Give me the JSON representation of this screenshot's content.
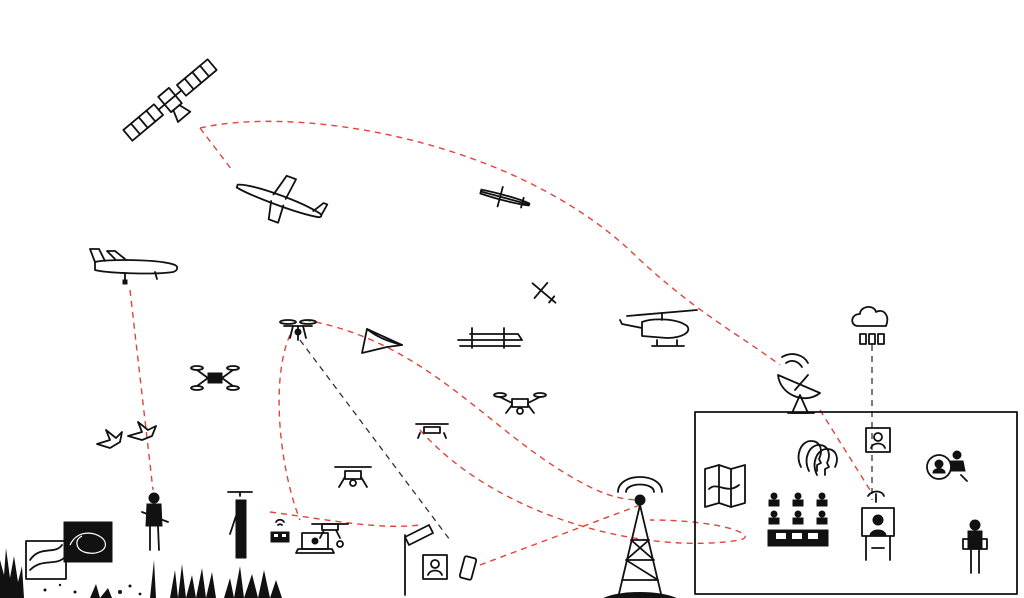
{
  "colors": {
    "background": "#ffffff",
    "ink": "#111111",
    "link_red": "#e0443a",
    "link_black": "#333333"
  },
  "icons": [
    "satellite-icon",
    "uav-fixed-wing-icon",
    "uav-small-fixed-wing-icon",
    "light-aircraft-icon",
    "quadcopter-icon",
    "flying-wing-icon",
    "vtol-fixed-wing-icon",
    "helicopter-icon",
    "satellite-dish-icon",
    "cloud-database-icon",
    "radio-tower-icon",
    "soldier-icon",
    "topographic-map-icon",
    "security-camera-icon",
    "smartphone-icon",
    "laptop-icon",
    "operator-with-drone-icon",
    "command-center-icon"
  ],
  "links": {
    "red": [
      "satellite-to-dish",
      "aircraft-to-soldier",
      "hexacopter-to-laptop",
      "hexacopter-to-tower",
      "tower-to-camera-phone",
      "dish-to-command-center"
    ],
    "black": [
      "hexacopter-to-phone",
      "cloud-to-command-center"
    ]
  }
}
